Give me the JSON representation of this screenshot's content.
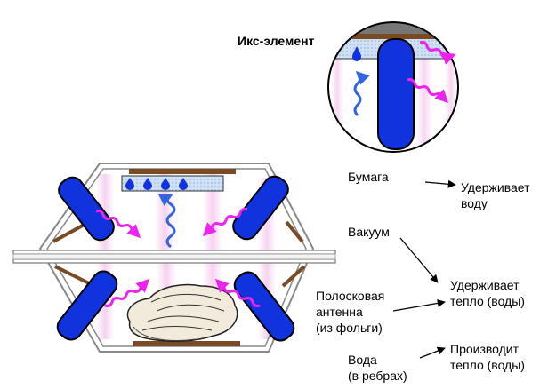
{
  "inset": {
    "title": "Икс-элемент"
  },
  "labels": {
    "paper": "Бумага",
    "paper_effect_line1": "Удерживает",
    "paper_effect_line2": "воду",
    "vacuum": "Вакуум",
    "vacuum_effect_line1": "Удерживает",
    "vacuum_effect_line2": "тепло (воды)",
    "antenna_line1": "Полосковая",
    "antenna_line2": "антенна",
    "antenna_line3": "(из фольги)",
    "water_line1": "Вода",
    "water_line2": "(в ребрах)",
    "water_effect_line1": "Производит",
    "water_effect_line2": "тепло (воды)"
  },
  "colors": {
    "heat_wave": "#ee22ee",
    "steam": "#3366dd",
    "water_bar": "#1133dd",
    "paper_strip": "#7a4a22",
    "casing_gray": "#888888",
    "glow_pink": "#f7d2f0",
    "absorber_blue": "#bcd4ee",
    "inset_top_gray": "#777777"
  },
  "icons": {
    "water_drop": "water-drop-icon",
    "heat_wave": "heat-wave-icon",
    "steam": "steam-icon",
    "arrow": "arrow-icon"
  }
}
